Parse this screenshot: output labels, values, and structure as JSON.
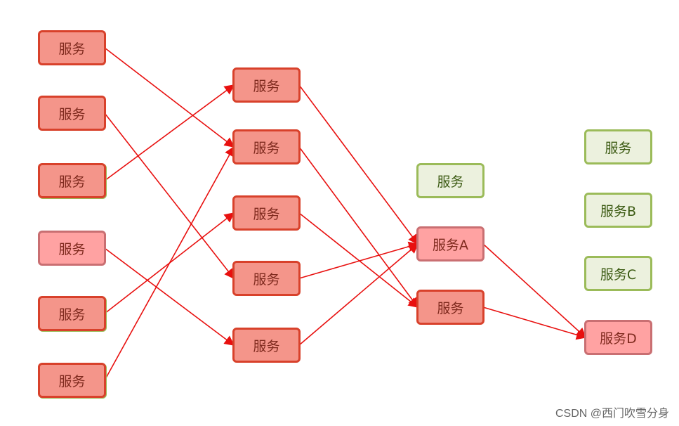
{
  "diagram": {
    "nodes": [
      {
        "id": "c1_1",
        "label": "服务",
        "style": "red"
      },
      {
        "id": "c1_2",
        "label": "服务",
        "style": "red"
      },
      {
        "id": "c1_3",
        "label": "服务",
        "style": "redgreen"
      },
      {
        "id": "c1_4",
        "label": "服务",
        "style": "redlight"
      },
      {
        "id": "c1_5",
        "label": "服务",
        "style": "redgreen"
      },
      {
        "id": "c1_6",
        "label": "服务",
        "style": "redgreen"
      },
      {
        "id": "c2_1",
        "label": "服务",
        "style": "red"
      },
      {
        "id": "c2_2",
        "label": "服务",
        "style": "red"
      },
      {
        "id": "c2_3",
        "label": "服务",
        "style": "red"
      },
      {
        "id": "c2_4",
        "label": "服务",
        "style": "red"
      },
      {
        "id": "c2_5",
        "label": "服务",
        "style": "red"
      },
      {
        "id": "c3_top",
        "label": "服务",
        "style": "green"
      },
      {
        "id": "c3_a",
        "label": "服务A",
        "style": "redlight"
      },
      {
        "id": "c3_b",
        "label": "服务",
        "style": "red"
      },
      {
        "id": "c4_1",
        "label": "服务",
        "style": "green"
      },
      {
        "id": "c4_b",
        "label": "服务B",
        "style": "green"
      },
      {
        "id": "c4_c",
        "label": "服务C",
        "style": "green"
      },
      {
        "id": "c4_d",
        "label": "服务D",
        "style": "redlight"
      }
    ],
    "edges": [
      [
        "c1_1",
        "c2_2"
      ],
      [
        "c1_2",
        "c2_4"
      ],
      [
        "c1_3",
        "c2_1"
      ],
      [
        "c1_4",
        "c2_5"
      ],
      [
        "c1_5",
        "c2_3"
      ],
      [
        "c1_6",
        "c2_2"
      ],
      [
        "c2_1",
        "c3_a"
      ],
      [
        "c2_2",
        "c3_b"
      ],
      [
        "c2_3",
        "c3_b"
      ],
      [
        "c2_4",
        "c3_a"
      ],
      [
        "c2_5",
        "c3_a"
      ],
      [
        "c3_a",
        "c4_d"
      ],
      [
        "c3_b",
        "c4_d"
      ]
    ],
    "edge_color": "#e8100f"
  },
  "watermark": "CSDN @西门吹雪分身"
}
